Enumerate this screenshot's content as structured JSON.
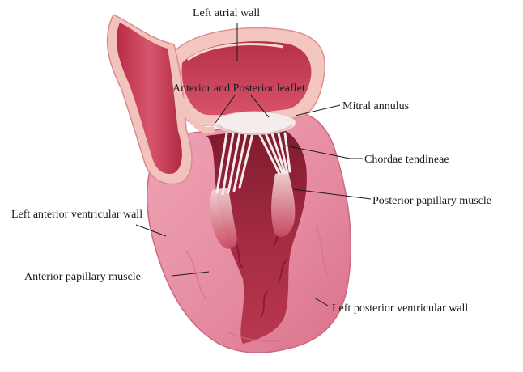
{
  "labels": {
    "left_atrial_wall": "Left atrial wall",
    "leaflet": "Anterior and Posterior leaflet",
    "mitral_annulus": "Mitral annulus",
    "chordae_tendineae": "Chordae tendineae",
    "posterior_papillary_muscle": "Posterior papillary muscle",
    "left_anterior_ventricular_wall": "Left anterior ventricular wall",
    "anterior_papillary_muscle": "Anterior papillary muscle",
    "left_posterior_ventricular_wall": "Left posterior ventricular wall"
  },
  "colors": {
    "myocardium": "#e58aa0",
    "chamber": "#9c2338",
    "atrium_wall": "#c13a52",
    "leaflet": "#f7ecec",
    "chordae": "#f5e6e6",
    "rim": "#f3c6bf"
  }
}
